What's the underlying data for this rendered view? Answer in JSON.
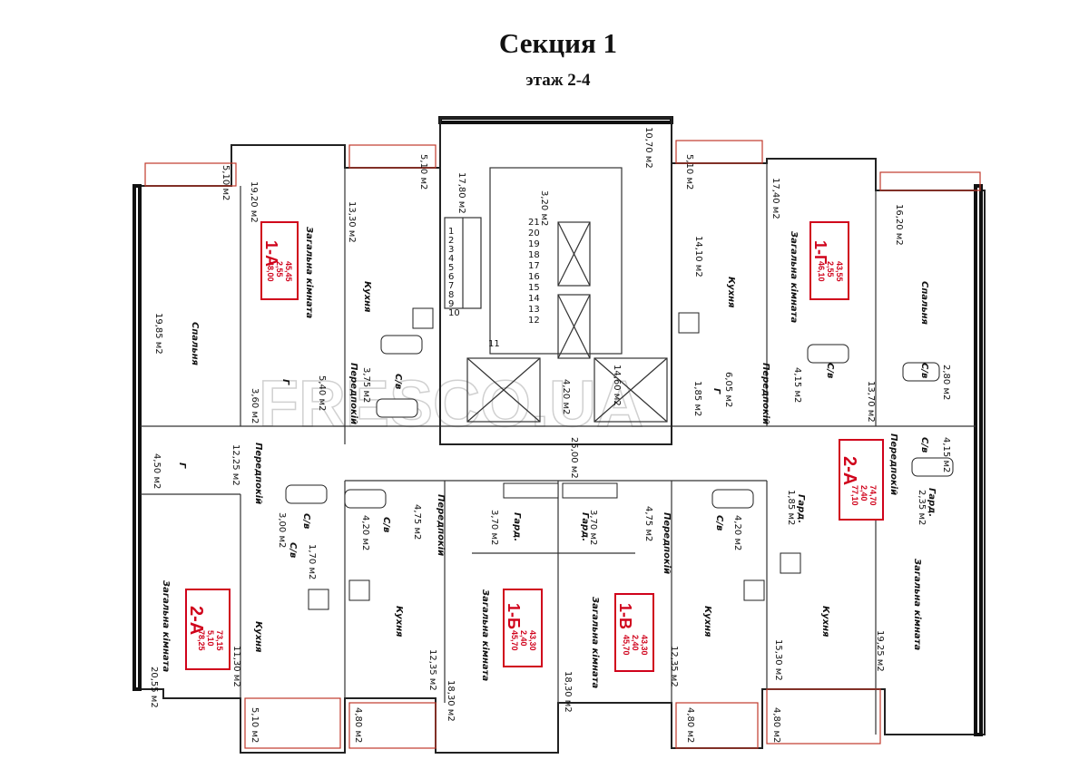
{
  "header": {
    "title": "Секция 1",
    "subtitle": "этаж 2-4"
  },
  "watermark": "FRESCO.UA",
  "colors": {
    "walls": "#111111",
    "apartment_tag": "#d0021b",
    "balcony": "#c0392b"
  },
  "apartments": [
    {
      "id": "1-А",
      "values": [
        "45,45",
        "2,55",
        "48,00"
      ]
    },
    {
      "id": "1-Г",
      "values": [
        "43,55",
        "2,55",
        "46,10"
      ]
    },
    {
      "id": "2-А",
      "values": [
        "73,15",
        "5,10",
        "78,25"
      ]
    },
    {
      "id": "2-А",
      "values": [
        "74,70",
        "2,40",
        "77,10"
      ]
    },
    {
      "id": "1-Б",
      "values": [
        "43,30",
        "2,40",
        "45,70"
      ]
    },
    {
      "id": "1-В",
      "values": [
        "43,30",
        "2,40",
        "45,70"
      ]
    }
  ],
  "rooms": [
    {
      "name": "Спальня",
      "area": "19,85 м2"
    },
    {
      "name": "Загальна кімната",
      "area": "19,20 м2"
    },
    {
      "name": "Кухня",
      "area": "13,30 м2"
    },
    {
      "name": "Передпокій",
      "area": "5,40 м2"
    },
    {
      "name": "Г",
      "area": "3,60 м2"
    },
    {
      "name": "С/в",
      "area": "3,75 м2"
    },
    {
      "name": "Кухня",
      "area": "14,10 м2"
    },
    {
      "name": "Загальна кімната",
      "area": "17,40 м2"
    },
    {
      "name": "Спальня",
      "area": "16,20 м2"
    },
    {
      "name": "Передпокій",
      "area": "6,05 м2"
    },
    {
      "name": "С/в",
      "area": "4,15 м2"
    },
    {
      "name": "Г",
      "area": "1,85 м2"
    },
    {
      "name": "Передпокій",
      "area": "12,25 м2"
    },
    {
      "name": "Г",
      "area": "4,50 м2"
    },
    {
      "name": "С/в",
      "area": "3,00 м2"
    },
    {
      "name": "С/в",
      "area": "1,70 м2"
    },
    {
      "name": "С/в",
      "area": "4,20 м2"
    },
    {
      "name": "Передпокій",
      "area": "4,75 м2"
    },
    {
      "name": "Гард.",
      "area": "3,70 м2"
    },
    {
      "name": "Гард.",
      "area": "3,70 м2"
    },
    {
      "name": "Передпокій",
      "area": "4,75 м2"
    },
    {
      "name": "С/в",
      "area": "4,20 м2"
    },
    {
      "name": "Гард.",
      "area": "1,85 м2"
    },
    {
      "name": "Передпокій",
      "area": "13,70 м2"
    },
    {
      "name": "С/в",
      "area": "4,15 м2"
    },
    {
      "name": "С/в",
      "area": "2,80 м2"
    },
    {
      "name": "Гард.",
      "area": "2,35 м2"
    },
    {
      "name": "Загальна кімната",
      "area": "20,55 м2"
    },
    {
      "name": "Кухня",
      "area": "11,30 м2"
    },
    {
      "name": "Кухня",
      "area": "12,35 м2"
    },
    {
      "name": "Загальна кімната",
      "area": "18,30 м2"
    },
    {
      "name": "Загальна кімната",
      "area": "18,30 м2"
    },
    {
      "name": "Кухня",
      "area": "12,35 м2"
    },
    {
      "name": "Кухня",
      "area": "15,30 м2"
    },
    {
      "name": "Загальна кімната",
      "area": "19,25 м2"
    }
  ],
  "common_areas": [
    {
      "area": "17,80 м2"
    },
    {
      "area": "10,70 м2"
    },
    {
      "area": "3,20 м2"
    },
    {
      "area": "4,20 м2"
    },
    {
      "area": "14,60 м2"
    },
    {
      "area": "25,00 м2"
    }
  ],
  "balconies": [
    "5,10 м2",
    "5,10 м2",
    "5,10 м2",
    "5,10 м2",
    "4,80 м2",
    "4,80 м2",
    "4,80 м2"
  ],
  "stair_numbers_left": [
    "1",
    "2",
    "3",
    "4",
    "5",
    "6",
    "7",
    "8",
    "9",
    "10"
  ],
  "stair_numbers_right": [
    "21",
    "20",
    "19",
    "18",
    "17",
    "16",
    "15",
    "14",
    "13",
    "12"
  ],
  "stair_landing": "11"
}
